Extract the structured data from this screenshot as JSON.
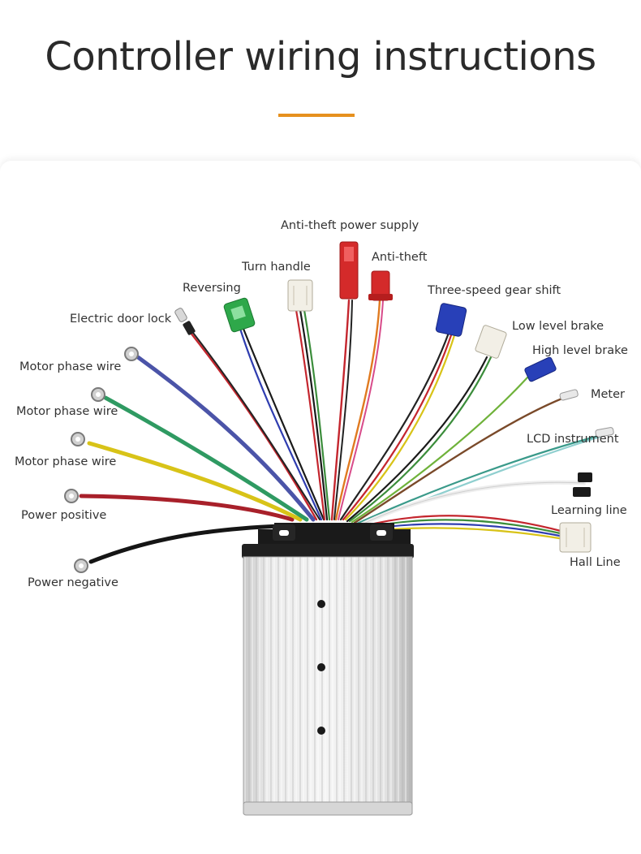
{
  "header": {
    "title": "Controller wiring instructions",
    "accent_color": "#e6901e"
  },
  "labels": {
    "anti_theft_power_supply": "Anti-theft power supply",
    "anti_theft": "Anti-theft",
    "turn_handle": "Turn handle",
    "reversing": "Reversing",
    "three_speed_gear_shift": "Three-speed gear shift",
    "electric_door_lock": "Electric door lock",
    "low_level_brake": "Low level brake",
    "high_level_brake": "High level brake",
    "motor_phase_wire_1": "Motor phase wire",
    "motor_phase_wire_2": "Motor phase wire",
    "motor_phase_wire_3": "Motor phase wire",
    "meter": "Meter",
    "lcd_instrument": "LCD instrument",
    "power_positive": "Power positive",
    "learning_line": "Learning line",
    "hall_line": "Hall Line",
    "power_negative": "Power negative"
  }
}
